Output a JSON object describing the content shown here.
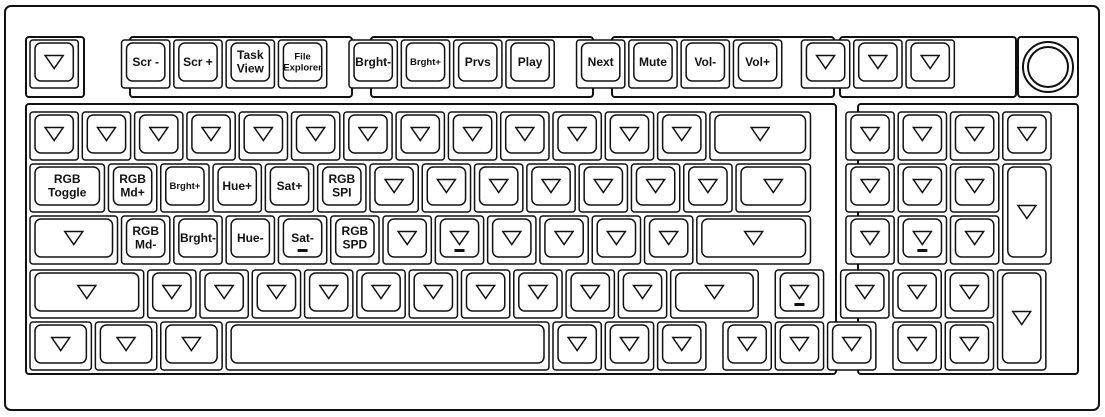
{
  "colors": {
    "stroke": "#111111",
    "background": "#ffffff",
    "key_face": "#ffffff"
  },
  "icons": {
    "transparent_key": "down-triangle-icon",
    "knob": "rotary-knob-icon",
    "homing_bar": "homing-bar"
  },
  "rows": [
    [
      {
        "t": "",
        "w": 1
      },
      {
        "gap": 0.75
      },
      {
        "t": "Scr -",
        "w": 1
      },
      {
        "t": "Scr +",
        "w": 1
      },
      {
        "t": "Task\nView",
        "w": 1
      },
      {
        "t": "File\nExplorer",
        "w": 1,
        "small": true
      },
      {
        "gap": 0.35
      },
      {
        "t": "Brght-",
        "w": 1
      },
      {
        "t": "Brght+",
        "w": 1,
        "small": true
      },
      {
        "t": "Prvs",
        "w": 1
      },
      {
        "t": "Play",
        "w": 1
      },
      {
        "gap": 0.35
      },
      {
        "t": "Next",
        "w": 1
      },
      {
        "t": "Mute",
        "w": 1
      },
      {
        "t": "Vol-",
        "w": 1
      },
      {
        "t": "Vol+",
        "w": 1
      },
      {
        "gap": 0.3
      },
      {
        "t": "",
        "w": 1
      },
      {
        "t": "",
        "w": 1
      },
      {
        "t": "",
        "w": 1
      },
      {
        "knob": true
      }
    ],
    [
      {
        "t": "",
        "w": 1
      },
      {
        "t": "",
        "w": 1
      },
      {
        "t": "",
        "w": 1
      },
      {
        "t": "",
        "w": 1
      },
      {
        "t": "",
        "w": 1
      },
      {
        "t": "",
        "w": 1
      },
      {
        "t": "",
        "w": 1
      },
      {
        "t": "",
        "w": 1
      },
      {
        "t": "",
        "w": 1
      },
      {
        "t": "",
        "w": 1
      },
      {
        "t": "",
        "w": 1
      },
      {
        "t": "",
        "w": 1
      },
      {
        "t": "",
        "w": 1
      },
      {
        "t": "",
        "w": 2
      },
      {
        "gap": 0.6
      },
      {
        "t": "",
        "w": 1
      },
      {
        "t": "",
        "w": 1
      },
      {
        "t": "",
        "w": 1
      },
      {
        "t": "",
        "w": 1
      }
    ],
    [
      {
        "t": "RGB\nToggle",
        "w": 1.5
      },
      {
        "t": "RGB\nMd+",
        "w": 1
      },
      {
        "t": "Brght+",
        "w": 1,
        "small": true
      },
      {
        "t": "Hue+",
        "w": 1
      },
      {
        "t": "Sat+",
        "w": 1
      },
      {
        "t": "RGB\nSPI",
        "w": 1
      },
      {
        "t": "",
        "w": 1
      },
      {
        "t": "",
        "w": 1
      },
      {
        "t": "",
        "w": 1
      },
      {
        "t": "",
        "w": 1
      },
      {
        "t": "",
        "w": 1
      },
      {
        "t": "",
        "w": 1
      },
      {
        "t": "",
        "w": 1
      },
      {
        "t": "",
        "w": 1.5
      },
      {
        "gap": 0.6
      },
      {
        "t": "",
        "w": 1
      },
      {
        "t": "",
        "w": 1
      },
      {
        "t": "",
        "w": 1
      },
      {
        "t": "",
        "w": 1,
        "h": 2
      }
    ],
    [
      {
        "t": "",
        "w": 1.75
      },
      {
        "t": "RGB\nMd-",
        "w": 1
      },
      {
        "t": "Brght-",
        "w": 1
      },
      {
        "t": "Hue-",
        "w": 1
      },
      {
        "t": "Sat-",
        "w": 1,
        "bar": true
      },
      {
        "t": "RGB\nSPD",
        "w": 1
      },
      {
        "t": "",
        "w": 1
      },
      {
        "t": "",
        "w": 1,
        "bar": true
      },
      {
        "t": "",
        "w": 1
      },
      {
        "t": "",
        "w": 1
      },
      {
        "t": "",
        "w": 1
      },
      {
        "t": "",
        "w": 1
      },
      {
        "t": "",
        "w": 2.25
      },
      {
        "gap": 0.6
      },
      {
        "t": "",
        "w": 1
      },
      {
        "t": "",
        "w": 1,
        "bar": true
      },
      {
        "t": "",
        "w": 1
      }
    ],
    [
      {
        "t": "",
        "w": 2.25
      },
      {
        "t": "",
        "w": 1
      },
      {
        "t": "",
        "w": 1
      },
      {
        "t": "",
        "w": 1
      },
      {
        "t": "",
        "w": 1
      },
      {
        "t": "",
        "w": 1
      },
      {
        "t": "",
        "w": 1
      },
      {
        "t": "",
        "w": 1
      },
      {
        "t": "",
        "w": 1
      },
      {
        "t": "",
        "w": 1
      },
      {
        "t": "",
        "w": 1
      },
      {
        "t": "",
        "w": 1.75
      },
      {
        "gap": 0.25
      },
      {
        "t": "",
        "w": 1,
        "bar": true
      },
      {
        "gap": 0.25
      },
      {
        "t": "",
        "w": 1
      },
      {
        "t": "",
        "w": 1
      },
      {
        "t": "",
        "w": 1
      },
      {
        "t": "",
        "w": 1,
        "h": 2
      }
    ],
    [
      {
        "t": "",
        "w": 1.25
      },
      {
        "t": "",
        "w": 1.25
      },
      {
        "t": "",
        "w": 1.25
      },
      {
        "space": true,
        "w": 6.25
      },
      {
        "t": "",
        "w": 1
      },
      {
        "t": "",
        "w": 1
      },
      {
        "t": "",
        "w": 1
      },
      {
        "gap": 0.25
      },
      {
        "t": "",
        "w": 1
      },
      {
        "t": "",
        "w": 1
      },
      {
        "t": "",
        "w": 1
      },
      {
        "gap": 0.25
      },
      {
        "t": "",
        "w": 1
      },
      {
        "t": "",
        "w": 1
      }
    ]
  ]
}
